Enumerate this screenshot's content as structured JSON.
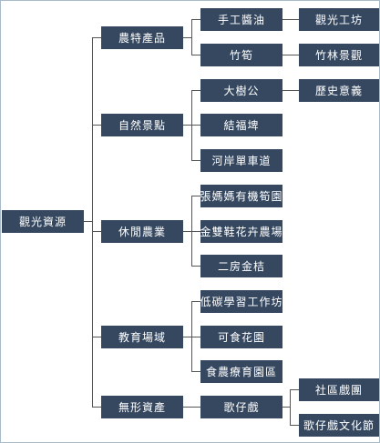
{
  "root": {
    "label": "觀光資源"
  },
  "categories": [
    {
      "label": "農特產品"
    },
    {
      "label": "自然景點"
    },
    {
      "label": "休閒農業"
    },
    {
      "label": "教育場域"
    },
    {
      "label": "無形資產"
    }
  ],
  "items": [
    {
      "label": "手工醬油"
    },
    {
      "label": "竹筍"
    },
    {
      "label": "大樹公"
    },
    {
      "label": "結福埤"
    },
    {
      "label": "河岸單車道"
    },
    {
      "label": "張媽媽有機筍園"
    },
    {
      "label": "金雙鞋花卉農場"
    },
    {
      "label": "二房金桔"
    },
    {
      "label": "低碳學習工作坊"
    },
    {
      "label": "可食花園"
    },
    {
      "label": "食農療育園區"
    },
    {
      "label": "歌仔戲"
    }
  ],
  "details": [
    {
      "label": "觀光工坊"
    },
    {
      "label": "竹林景觀"
    },
    {
      "label": "歷史意義"
    },
    {
      "label": "社區戲團"
    },
    {
      "label": "歌仔戲文化節"
    }
  ]
}
